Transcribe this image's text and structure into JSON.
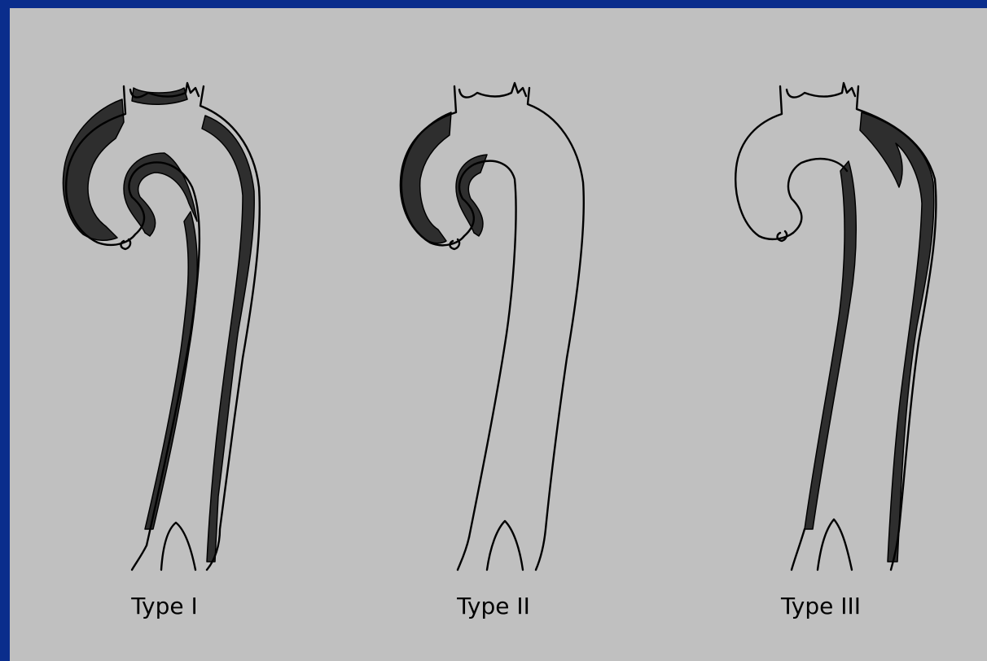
{
  "colors": {
    "border": "#0a2d8c",
    "panel": "#c0c0c0",
    "false_lumen": "#2e2e2e",
    "outline": "#000000"
  },
  "figures": [
    {
      "label": "Type I"
    },
    {
      "label": "Type II"
    },
    {
      "label": "Type III"
    }
  ]
}
